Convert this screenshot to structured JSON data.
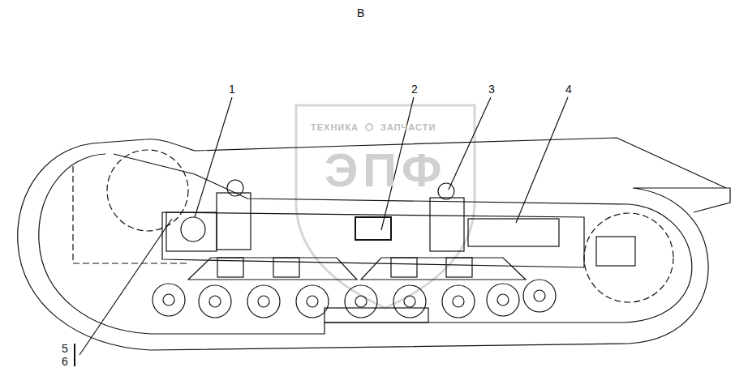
{
  "diagram": {
    "labels": [
      "В",
      "1",
      "2",
      "3",
      "4",
      "5",
      "6",
      "ТЕХНИКА",
      "ЗАПЧАСТИ",
      "ЭПФ"
    ]
  }
}
